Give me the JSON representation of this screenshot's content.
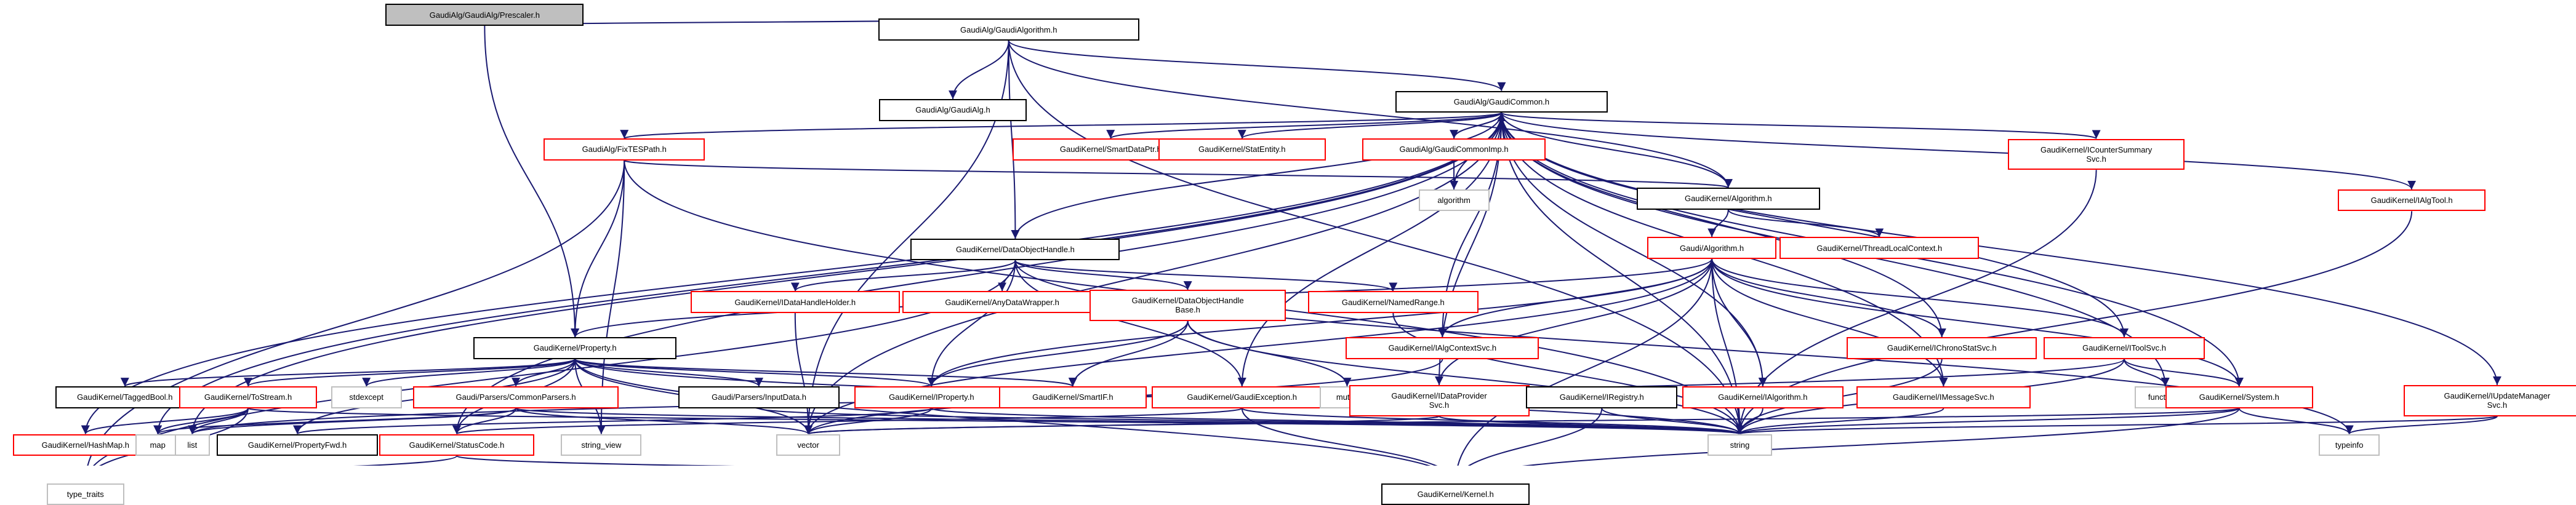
{
  "graph": {
    "title": "GaudiAlg/GaudiAlg/Prescaler.h include dependency graph",
    "edge_color": "#191970",
    "border_colors": {
      "documented": "#000000",
      "undocumented": "#ff0000",
      "system": "#bfbfbf",
      "root_fill": "#bfbfbf"
    },
    "nodes": [
      {
        "id": "prescaler",
        "label": "GaudiAlg/GaudiAlg/Prescaler.h",
        "kind": "root"
      },
      {
        "id": "gaudialgorithm",
        "label": "GaudiAlg/GaudiAlgorithm.h",
        "kind": "documented"
      },
      {
        "id": "gaudialg",
        "label": "GaudiAlg/GaudiAlg.h",
        "kind": "documented"
      },
      {
        "id": "gaudicommon",
        "label": "GaudiAlg/GaudiCommon.h",
        "kind": "documented"
      },
      {
        "id": "fixtespath",
        "label": "GaudiAlg/FixTESPath.h",
        "kind": "undocumented"
      },
      {
        "id": "smartdataptr",
        "label": "GaudiKernel/SmartDataPtr.h",
        "kind": "undocumented"
      },
      {
        "id": "statentity",
        "label": "GaudiKernel/StatEntity.h",
        "kind": "undocumented"
      },
      {
        "id": "gaudicommonimp",
        "label": "GaudiAlg/GaudiCommonImp.h",
        "kind": "undocumented"
      },
      {
        "id": "algorithm",
        "label": "algorithm",
        "kind": "system"
      },
      {
        "id": "gk_algorithm",
        "label": "GaudiKernel/Algorithm.h",
        "kind": "documented"
      },
      {
        "id": "icountersummary",
        "label": "GaudiKernel/ICounterSummary\nSvc.h",
        "kind": "undocumented"
      },
      {
        "id": "ialgtool",
        "label": "GaudiKernel/IAlgTool.h",
        "kind": "undocumented"
      },
      {
        "id": "gaudi_algorithm",
        "label": "Gaudi/Algorithm.h",
        "kind": "undocumented"
      },
      {
        "id": "threadlocal",
        "label": "GaudiKernel/ThreadLocalContext.h",
        "kind": "undocumented"
      },
      {
        "id": "dataobjecthandle",
        "label": "GaudiKernel/DataObjectHandle.h",
        "kind": "documented"
      },
      {
        "id": "property",
        "label": "GaudiKernel/Property.h",
        "kind": "documented"
      },
      {
        "id": "idatahandleholder",
        "label": "GaudiKernel/IDataHandleHolder.h",
        "kind": "undocumented"
      },
      {
        "id": "anydatawrapper",
        "label": "GaudiKernel/AnyDataWrapper.h",
        "kind": "undocumented"
      },
      {
        "id": "dohbase",
        "label": "GaudiKernel/DataObjectHandle\nBase.h",
        "kind": "undocumented"
      },
      {
        "id": "namedrange",
        "label": "GaudiKernel/NamedRange.h",
        "kind": "undocumented"
      },
      {
        "id": "ialgcontextsvc",
        "label": "GaudiKernel/IAlgContextSvc.h",
        "kind": "undocumented"
      },
      {
        "id": "ichronostatsvc",
        "label": "GaudiKernel/IChronoStatSvc.h",
        "kind": "undocumented"
      },
      {
        "id": "itoolsvc",
        "label": "GaudiKernel/IToolSvc.h",
        "kind": "undocumented"
      },
      {
        "id": "taggedbool",
        "label": "GaudiKernel/TaggedBool.h",
        "kind": "documented"
      },
      {
        "id": "tostream",
        "label": "GaudiKernel/ToStream.h",
        "kind": "undocumented"
      },
      {
        "id": "stdexcept",
        "label": "stdexcept",
        "kind": "system"
      },
      {
        "id": "commonparsers",
        "label": "Gaudi/Parsers/CommonParsers.h",
        "kind": "undocumented"
      },
      {
        "id": "inputdata",
        "label": "Gaudi/Parsers/InputData.h",
        "kind": "documented"
      },
      {
        "id": "iproperty",
        "label": "GaudiKernel/IProperty.h",
        "kind": "undocumented"
      },
      {
        "id": "smartif",
        "label": "GaudiKernel/SmartIF.h",
        "kind": "undocumented"
      },
      {
        "id": "gaudiexception",
        "label": "GaudiKernel/GaudiException.h",
        "kind": "undocumented"
      },
      {
        "id": "mutex",
        "label": "mutex",
        "kind": "system"
      },
      {
        "id": "idataprovider",
        "label": "GaudiKernel/IDataProvider\nSvc.h",
        "kind": "undocumented"
      },
      {
        "id": "iregistry",
        "label": "GaudiKernel/IRegistry.h",
        "kind": "documented"
      },
      {
        "id": "ialgorithm",
        "label": "GaudiKernel/IAlgorithm.h",
        "kind": "undocumented"
      },
      {
        "id": "imessagesvc",
        "label": "GaudiKernel/IMessageSvc.h",
        "kind": "undocumented"
      },
      {
        "id": "functional",
        "label": "functional",
        "kind": "system"
      },
      {
        "id": "system",
        "label": "GaudiKernel/System.h",
        "kind": "undocumented"
      },
      {
        "id": "iupdatemanager",
        "label": "GaudiKernel/IUpdateManager\nSvc.h",
        "kind": "undocumented"
      },
      {
        "id": "hashmap",
        "label": "GaudiKernel/HashMap.h",
        "kind": "undocumented"
      },
      {
        "id": "map",
        "label": "map",
        "kind": "system"
      },
      {
        "id": "list",
        "label": "list",
        "kind": "system"
      },
      {
        "id": "propertyfwd",
        "label": "GaudiKernel/PropertyFwd.h",
        "kind": "documented"
      },
      {
        "id": "statuscode",
        "label": "GaudiKernel/StatusCode.h",
        "kind": "undocumented"
      },
      {
        "id": "string_view",
        "label": "string_view",
        "kind": "system"
      },
      {
        "id": "vector",
        "label": "vector",
        "kind": "system"
      },
      {
        "id": "string",
        "label": "string",
        "kind": "system"
      },
      {
        "id": "typeinfo",
        "label": "typeinfo",
        "kind": "system"
      },
      {
        "id": "type_traits",
        "label": "type_traits",
        "kind": "system"
      },
      {
        "id": "kernel",
        "label": "GaudiKernel/Kernel.h",
        "kind": "documented"
      }
    ],
    "edges": [
      [
        "prescaler",
        "gaudialgorithm"
      ],
      [
        "prescaler",
        "property"
      ],
      [
        "gaudialgorithm",
        "gaudialg"
      ],
      [
        "gaudialgorithm",
        "gaudicommon"
      ],
      [
        "gaudialgorithm",
        "gk_algorithm"
      ],
      [
        "gaudialgorithm",
        "dataobjecthandle"
      ],
      [
        "gaudialgorithm",
        "vector"
      ],
      [
        "gaudialgorithm",
        "string"
      ],
      [
        "gaudicommon",
        "fixtespath"
      ],
      [
        "gaudicommon",
        "smartdataptr"
      ],
      [
        "gaudicommon",
        "statentity"
      ],
      [
        "gaudicommon",
        "gaudicommonimp"
      ],
      [
        "gaudicommon",
        "algorithm"
      ],
      [
        "gaudicommon",
        "gk_algorithm"
      ],
      [
        "gaudicommon",
        "icountersummary"
      ],
      [
        "gaudicommon",
        "ialgtool"
      ],
      [
        "gaudicommon",
        "dataobjecthandle"
      ],
      [
        "gaudicommon",
        "ialgcontextsvc"
      ],
      [
        "gaudicommon",
        "ichronostatsvc"
      ],
      [
        "gaudicommon",
        "itoolsvc"
      ],
      [
        "gaudicommon",
        "idataprovider"
      ],
      [
        "gaudicommon",
        "ialgorithm"
      ],
      [
        "gaudicommon",
        "imessagesvc"
      ],
      [
        "gaudicommon",
        "system"
      ],
      [
        "gaudicommon",
        "iupdatemanager"
      ],
      [
        "gaudicommon",
        "hashmap"
      ],
      [
        "gaudicommon",
        "map"
      ],
      [
        "gaudicommon",
        "list"
      ],
      [
        "gaudicommon",
        "statuscode"
      ],
      [
        "gaudicommon",
        "vector"
      ],
      [
        "gaudicommon",
        "string"
      ],
      [
        "gaudicommon",
        "functional"
      ],
      [
        "gaudicommon",
        "gaudiexception"
      ],
      [
        "gaudicommonimp",
        "gaudicommon"
      ],
      [
        "gaudicommonimp",
        "algorithm"
      ],
      [
        "fixtespath",
        "property"
      ],
      [
        "fixtespath",
        "gk_algorithm"
      ],
      [
        "fixtespath",
        "string_view"
      ],
      [
        "fixtespath",
        "string"
      ],
      [
        "fixtespath",
        "type_traits"
      ],
      [
        "gk_algorithm",
        "gaudi_algorithm"
      ],
      [
        "gk_algorithm",
        "threadlocal"
      ],
      [
        "gaudi_algorithm",
        "property"
      ],
      [
        "gaudi_algorithm",
        "ialgcontextsvc"
      ],
      [
        "gaudi_algorithm",
        "ichronostatsvc"
      ],
      [
        "gaudi_algorithm",
        "itoolsvc"
      ],
      [
        "gaudi_algorithm",
        "idataprovider"
      ],
      [
        "gaudi_algorithm",
        "ialgorithm"
      ],
      [
        "gaudi_algorithm",
        "imessagesvc"
      ],
      [
        "gaudi_algorithm",
        "system"
      ],
      [
        "gaudi_algorithm",
        "iproperty"
      ],
      [
        "gaudi_algorithm",
        "string"
      ],
      [
        "gaudi_algorithm",
        "vector"
      ],
      [
        "gaudi_algorithm",
        "kernel"
      ],
      [
        "dataobjecthandle",
        "idatahandleholder"
      ],
      [
        "dataobjecthandle",
        "anydatawrapper"
      ],
      [
        "dataobjecthandle",
        "dohbase"
      ],
      [
        "dataobjecthandle",
        "namedrange"
      ],
      [
        "dataobjecthandle",
        "iproperty"
      ],
      [
        "dataobjecthandle",
        "gaudiexception"
      ],
      [
        "dataobjecthandle",
        "type_traits"
      ],
      [
        "dataobjecthandle",
        "typeinfo"
      ],
      [
        "dohbase",
        "iproperty"
      ],
      [
        "dohbase",
        "smartif"
      ],
      [
        "dohbase",
        "mutex"
      ],
      [
        "dohbase",
        "string"
      ],
      [
        "property",
        "taggedbool"
      ],
      [
        "property",
        "tostream"
      ],
      [
        "property",
        "stdexcept"
      ],
      [
        "property",
        "commonparsers"
      ],
      [
        "property",
        "inputdata"
      ],
      [
        "property",
        "iproperty"
      ],
      [
        "property",
        "smartif"
      ],
      [
        "property",
        "string_view"
      ],
      [
        "property",
        "vector"
      ],
      [
        "property",
        "string"
      ],
      [
        "property",
        "propertyfwd"
      ],
      [
        "property",
        "kernel"
      ],
      [
        "property",
        "statuscode"
      ],
      [
        "tostream",
        "hashmap"
      ],
      [
        "tostream",
        "map"
      ],
      [
        "tostream",
        "list"
      ],
      [
        "tostream",
        "type_traits"
      ],
      [
        "tostream",
        "string"
      ],
      [
        "commonparsers",
        "statuscode"
      ],
      [
        "commonparsers",
        "map"
      ],
      [
        "commonparsers",
        "list"
      ],
      [
        "commonparsers",
        "vector"
      ],
      [
        "commonparsers",
        "string"
      ],
      [
        "inputdata",
        "string"
      ],
      [
        "idatahandleholder",
        "vector"
      ],
      [
        "iproperty",
        "vector"
      ],
      [
        "iproperty",
        "string"
      ],
      [
        "iproperty",
        "propertyfwd"
      ],
      [
        "gaudiexception",
        "kernel"
      ],
      [
        "gaudiexception",
        "string"
      ],
      [
        "gaudiexception",
        "statuscode"
      ],
      [
        "idataprovider",
        "string"
      ],
      [
        "idataprovider",
        "vector"
      ],
      [
        "iregistry",
        "kernel"
      ],
      [
        "iregistry",
        "string"
      ],
      [
        "ialgorithm",
        "string"
      ],
      [
        "imessagesvc",
        "string"
      ],
      [
        "itoolsvc",
        "functional"
      ],
      [
        "itoolsvc",
        "system"
      ],
      [
        "itoolsvc",
        "string"
      ],
      [
        "itoolsvc",
        "list"
      ],
      [
        "system",
        "kernel"
      ],
      [
        "system",
        "string"
      ],
      [
        "system",
        "typeinfo"
      ],
      [
        "system",
        "vector"
      ],
      [
        "iupdatemanager",
        "string"
      ],
      [
        "iupdatemanager",
        "typeinfo"
      ],
      [
        "ialgtool",
        "string"
      ],
      [
        "icountersummary",
        "string"
      ],
      [
        "ichronostatsvc",
        "string"
      ],
      [
        "ialgcontextsvc",
        "vector"
      ],
      [
        "statuscode",
        "kernel"
      ],
      [
        "statuscode",
        "type_traits"
      ],
      [
        "namedrange",
        "string"
      ]
    ]
  }
}
